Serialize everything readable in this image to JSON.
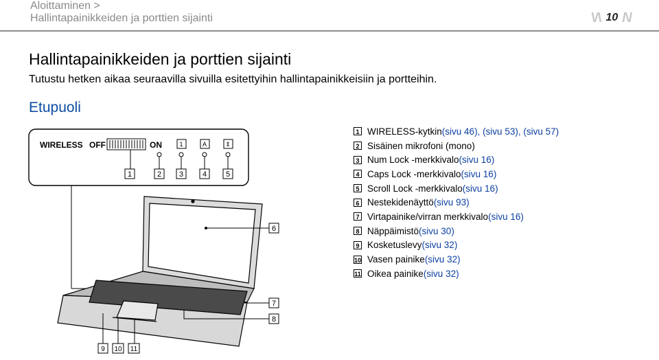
{
  "header": {
    "breadcrumb_1": "Aloittaminen >",
    "breadcrumb_2": "Hallintapainikkeiden ja porttien sijainti",
    "page_number": "10",
    "prev_arrow": "N",
    "next_arrow": "N"
  },
  "main": {
    "title": "Hallintapainikkeiden ja porttien sijainti",
    "intro_1": "Tutustu hetken aikaa seuraavilla sivuilla esitettyihin hallintapainikkeisiin ja portteihin.",
    "intro_2": "Etupuoli",
    "section": "Etupuoli"
  },
  "figure": {
    "wireless_label": "WIRELESS",
    "off_label": "OFF",
    "on_label": "ON",
    "callouts": [
      "1",
      "2",
      "3",
      "4",
      "5",
      "6",
      "7",
      "8",
      "9",
      "10",
      "11"
    ]
  },
  "legend": [
    {
      "num": "1",
      "text": "WIRELESS",
      "rest": "-kytkin ",
      "refs": "(sivu 46), (sivu 53), (sivu 57)"
    },
    {
      "num": "2",
      "text": "Sisäinen mikrofoni (mono)",
      "rest": "",
      "refs": ""
    },
    {
      "num": "3",
      "text": "Num Lock -merkkivalo ",
      "rest": "",
      "refs": "(sivu 16)"
    },
    {
      "num": "4",
      "text": "Caps Lock -merkkivalo ",
      "rest": "",
      "refs": "(sivu 16)"
    },
    {
      "num": "5",
      "text": "Scroll Lock -merkkivalo ",
      "rest": "",
      "refs": "(sivu 16)"
    },
    {
      "num": "6",
      "text": "Nestekidenäyttö ",
      "rest": "",
      "refs": "(sivu 93)"
    },
    {
      "num": "7",
      "text": "Virtapainike/virran merkkivalo ",
      "rest": "",
      "refs": "(sivu 16)"
    },
    {
      "num": "8",
      "text": "Näppäimistö ",
      "rest": "",
      "refs": "(sivu 30)"
    },
    {
      "num": "9",
      "text": "Kosketuslevy ",
      "rest": "",
      "refs": "(sivu 32)"
    },
    {
      "num": "10",
      "text": "Vasen painike ",
      "rest": "",
      "refs": "(sivu 32)"
    },
    {
      "num": "11",
      "text": "Oikea painike ",
      "rest": "",
      "refs": "(sivu 32)"
    }
  ]
}
